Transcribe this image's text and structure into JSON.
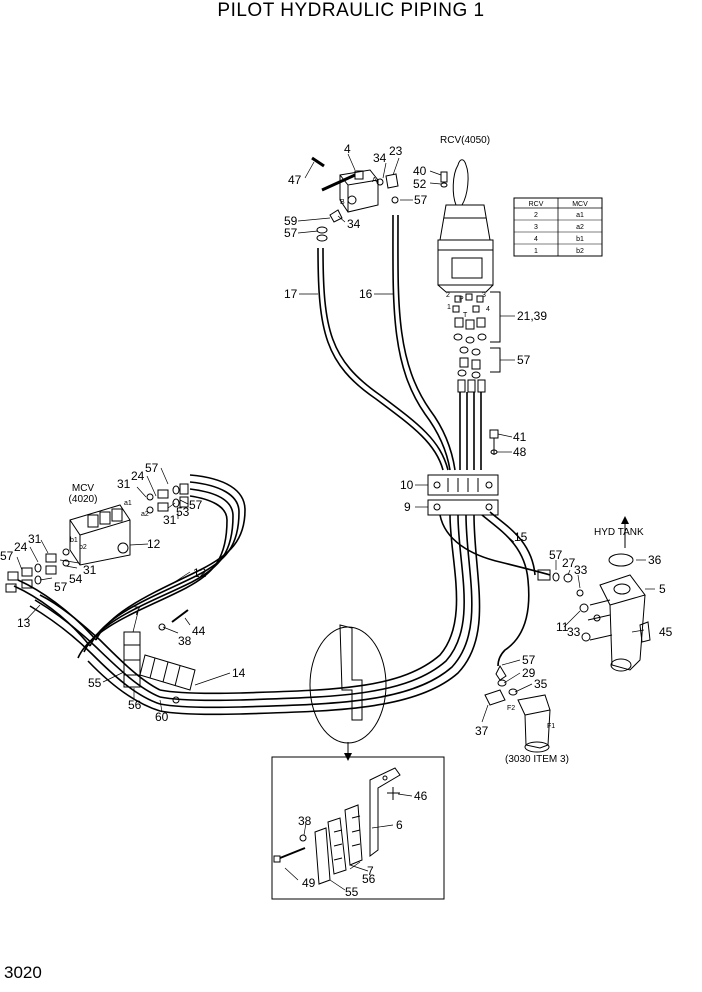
{
  "title": "PILOT HYDRAULIC PIPING 1",
  "page_number": "3020",
  "captions": {
    "rcv": "RCV(4050)",
    "mcv_line1": "MCV",
    "mcv_line2": "(4020)",
    "hyd_tank": "HYD  TANK",
    "filter_ref": "(3030 ITEM 3)"
  },
  "table": {
    "headers": [
      "RCV",
      "MCV"
    ],
    "rows": [
      [
        "2",
        "a1"
      ],
      [
        "3",
        "a2"
      ],
      [
        "4",
        "b1"
      ],
      [
        "1",
        "b2"
      ]
    ]
  },
  "callouts": {
    "c4": "4",
    "c47": "47",
    "c34a": "34",
    "c23": "23",
    "c57a": "57",
    "c59": "59",
    "c57b": "57",
    "c34b": "34",
    "c40": "40",
    "c52": "52",
    "c17": "17",
    "c16": "16",
    "c2139": "21,39",
    "c57c": "57",
    "c41": "41",
    "c48": "48",
    "c10": "10",
    "c9": "9",
    "c15": "15",
    "c57d": "57",
    "c27": "27",
    "c33a": "33",
    "c36": "36",
    "c5": "5",
    "c11": "11",
    "c33b": "33",
    "c45": "45",
    "c57e": "57",
    "c29": "29",
    "c35": "35",
    "c37": "37",
    "c31a": "31",
    "c24a": "24",
    "c57f": "57",
    "c53": "53",
    "c57g": "57",
    "c31b": "31",
    "c57h": "57",
    "c24b": "24",
    "c31c": "31",
    "c54": "54",
    "c31d": "31",
    "c57i": "57",
    "c12a": "12",
    "c12b": "12",
    "c13": "13",
    "c7a": "7",
    "c38a": "38",
    "c44": "44",
    "c14": "14",
    "c55a": "55",
    "c56a": "56",
    "c60": "60",
    "c46": "46",
    "c38b": "38",
    "c6": "6",
    "c7b": "7",
    "c49": "49",
    "c55b": "55",
    "c56b": "56"
  },
  "port_marks": {
    "rcv1": "1",
    "rcv2": "2",
    "rcv3": "3",
    "rcv4": "4",
    "rcvP": "P",
    "rcvT": "T",
    "a1": "a1",
    "a2": "a2",
    "b1": "b1",
    "b2": "b2",
    "A": "A",
    "B": "B",
    "F1": "F1",
    "F2": "F2"
  }
}
